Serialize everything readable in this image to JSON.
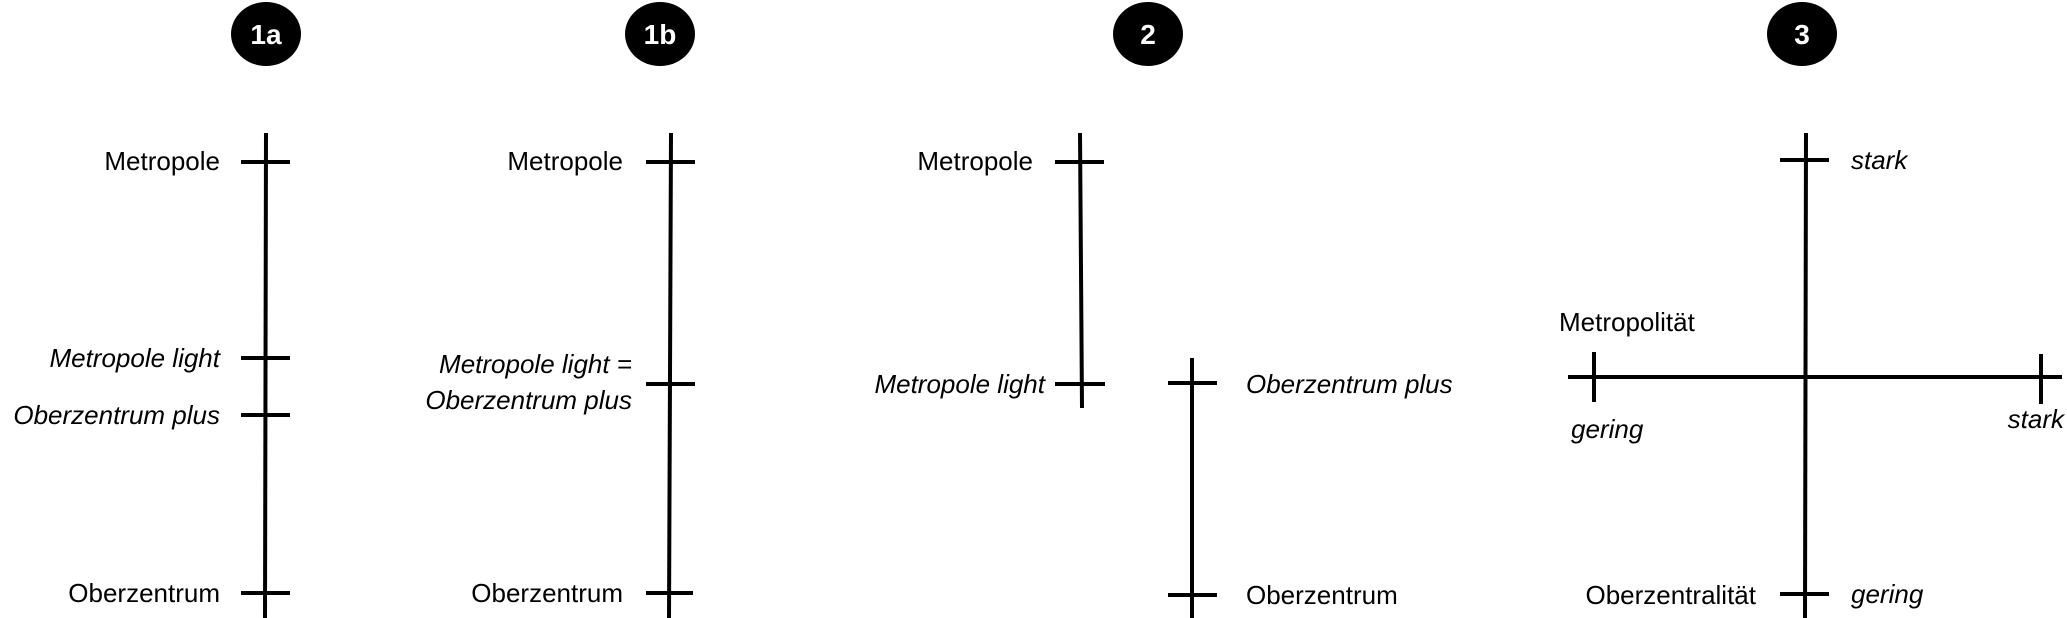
{
  "badges": {
    "b1a": "1a",
    "b1b": "1b",
    "b2": "2",
    "b3": "3"
  },
  "panel_1a": {
    "top": "Metropole",
    "mid1": "Metropole light",
    "mid2": "Oberzentrum plus",
    "bottom": "Oberzentrum"
  },
  "panel_1b": {
    "top": "Metropole",
    "mid_line1": "Metropole light =",
    "mid_line2": "Oberzentrum plus",
    "bottom": "Oberzentrum"
  },
  "panel_2": {
    "top": "Metropole",
    "left_bottom": "Metropole light",
    "right_top": "Oberzentrum plus",
    "bottom": "Oberzentrum"
  },
  "panel_3": {
    "vertical_top": "stark",
    "horizontal_axis": "Metropolität",
    "horizontal_left": "gering",
    "horizontal_right": "stark",
    "vertical_axis": "Oberzentralität",
    "vertical_bottom": "gering"
  }
}
